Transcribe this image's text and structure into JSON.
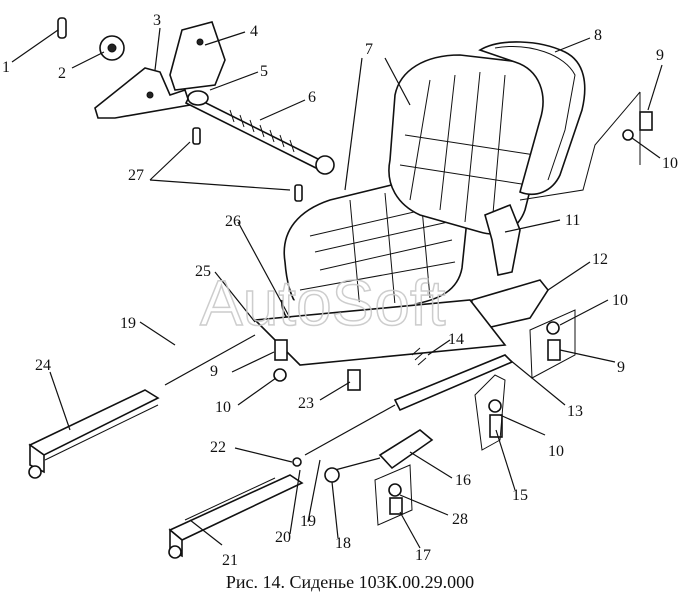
{
  "diagram": {
    "caption": "Рис. 14. Сиденье 103К.00.29.000",
    "watermark": "AutoSoft",
    "labels": [
      "1",
      "2",
      "3",
      "4",
      "5",
      "6",
      "7",
      "8",
      "9",
      "10",
      "11",
      "12",
      "10",
      "9",
      "13",
      "10",
      "15",
      "14",
      "16",
      "28",
      "17",
      "18",
      "19",
      "20",
      "21",
      "22",
      "23",
      "24",
      "25",
      "26",
      "27",
      "19",
      "9",
      "10"
    ]
  }
}
